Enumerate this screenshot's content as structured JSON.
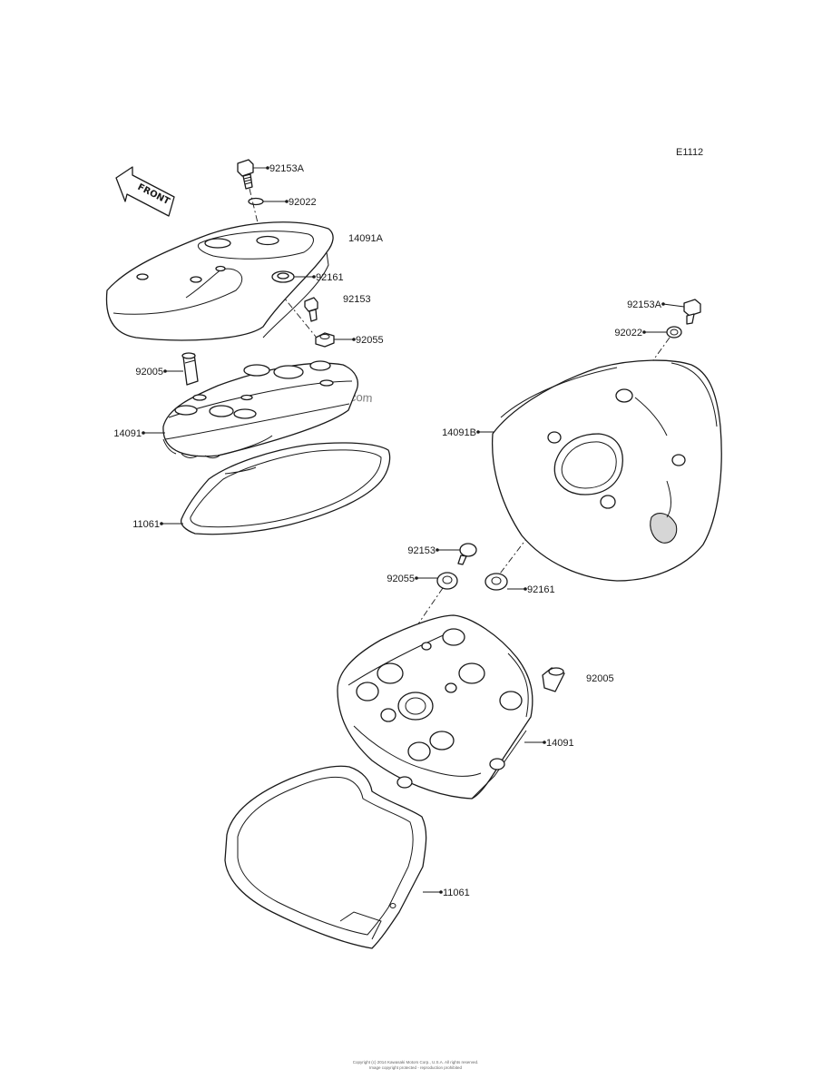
{
  "diagram_code": "E1112",
  "front_arrow_text": "FRONT",
  "watermark": "Partzilla.com",
  "labels": {
    "l_92153A_top": "92153A",
    "l_92022_top": "92022",
    "l_14091A": "14091A",
    "l_92161_top": "92161",
    "l_92153_top": "92153",
    "l_92055_top": "92055",
    "l_92005_top": "92005",
    "l_14091_top": "14091",
    "l_11061_top": "11061",
    "l_92153A_right": "92153A",
    "l_92022_right": "92022",
    "l_14091B": "14091B",
    "l_92153_mid": "92153",
    "l_92055_mid": "92055",
    "l_92161_mid": "92161",
    "l_92005_right": "92005",
    "l_14091_bottom": "14091",
    "l_11061_bottom": "11061"
  },
  "footer": {
    "line1": "Copyright (c) 2014 Kawasaki Motors Corp., U.S.A. All rights reserved.",
    "line2": "Image copyright protected - reproduction prohibited"
  }
}
